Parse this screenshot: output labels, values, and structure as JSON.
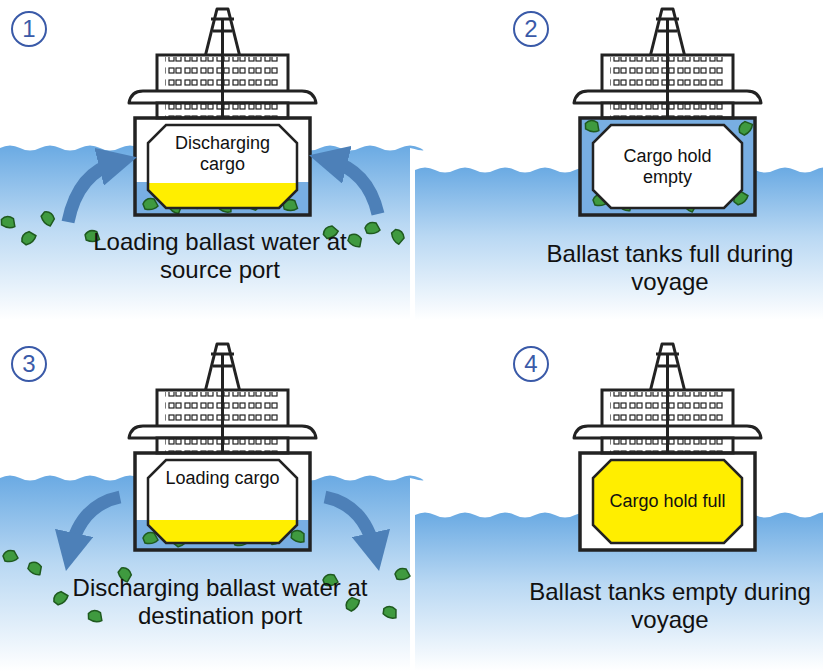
{
  "diagram": {
    "nodes": [
      {
        "text": [
          "Discharging cargo"
        ]
      },
      {
        "text": [
          "Cargo hold empty"
        ]
      },
      {
        "text": [
          "Loading cargo"
        ]
      },
      {
        "text": [
          "Cargo hold full"
        ]
      }
    ],
    "labels": [
      "1",
      "Loading ballast water at source port",
      "2",
      "Ballast tanks full during voyage",
      "3",
      "Discharging ballast water at destination port",
      "4",
      "Ballast tanks empty during voyage"
    ]
  }
}
